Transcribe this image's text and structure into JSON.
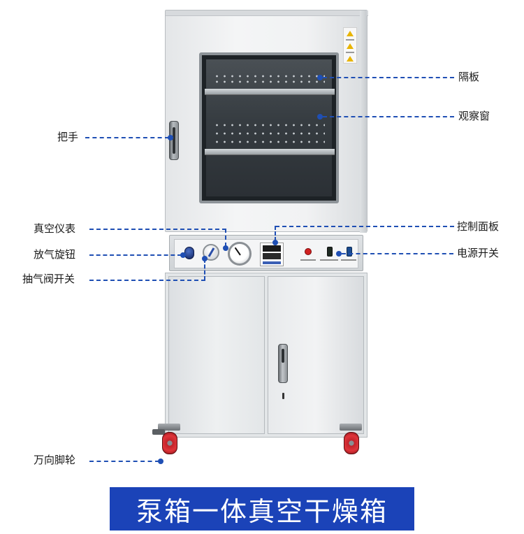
{
  "banner": {
    "title": "泵箱一体真空干燥箱"
  },
  "callouts": {
    "shelf": "隔板",
    "window": "观察窗",
    "handle": "把手",
    "vacuum_gauge": "真空仪表",
    "control_panel": "控制面板",
    "vent_knob": "放气旋钮",
    "power_switch": "电源开关",
    "pump_valve_switch": "抽气阀开关",
    "casters": "万向脚轮"
  },
  "colors": {
    "accent_blue": "#1b43b8",
    "callout_line": "#1f4fb4",
    "wheel_red": "#e0343a"
  }
}
